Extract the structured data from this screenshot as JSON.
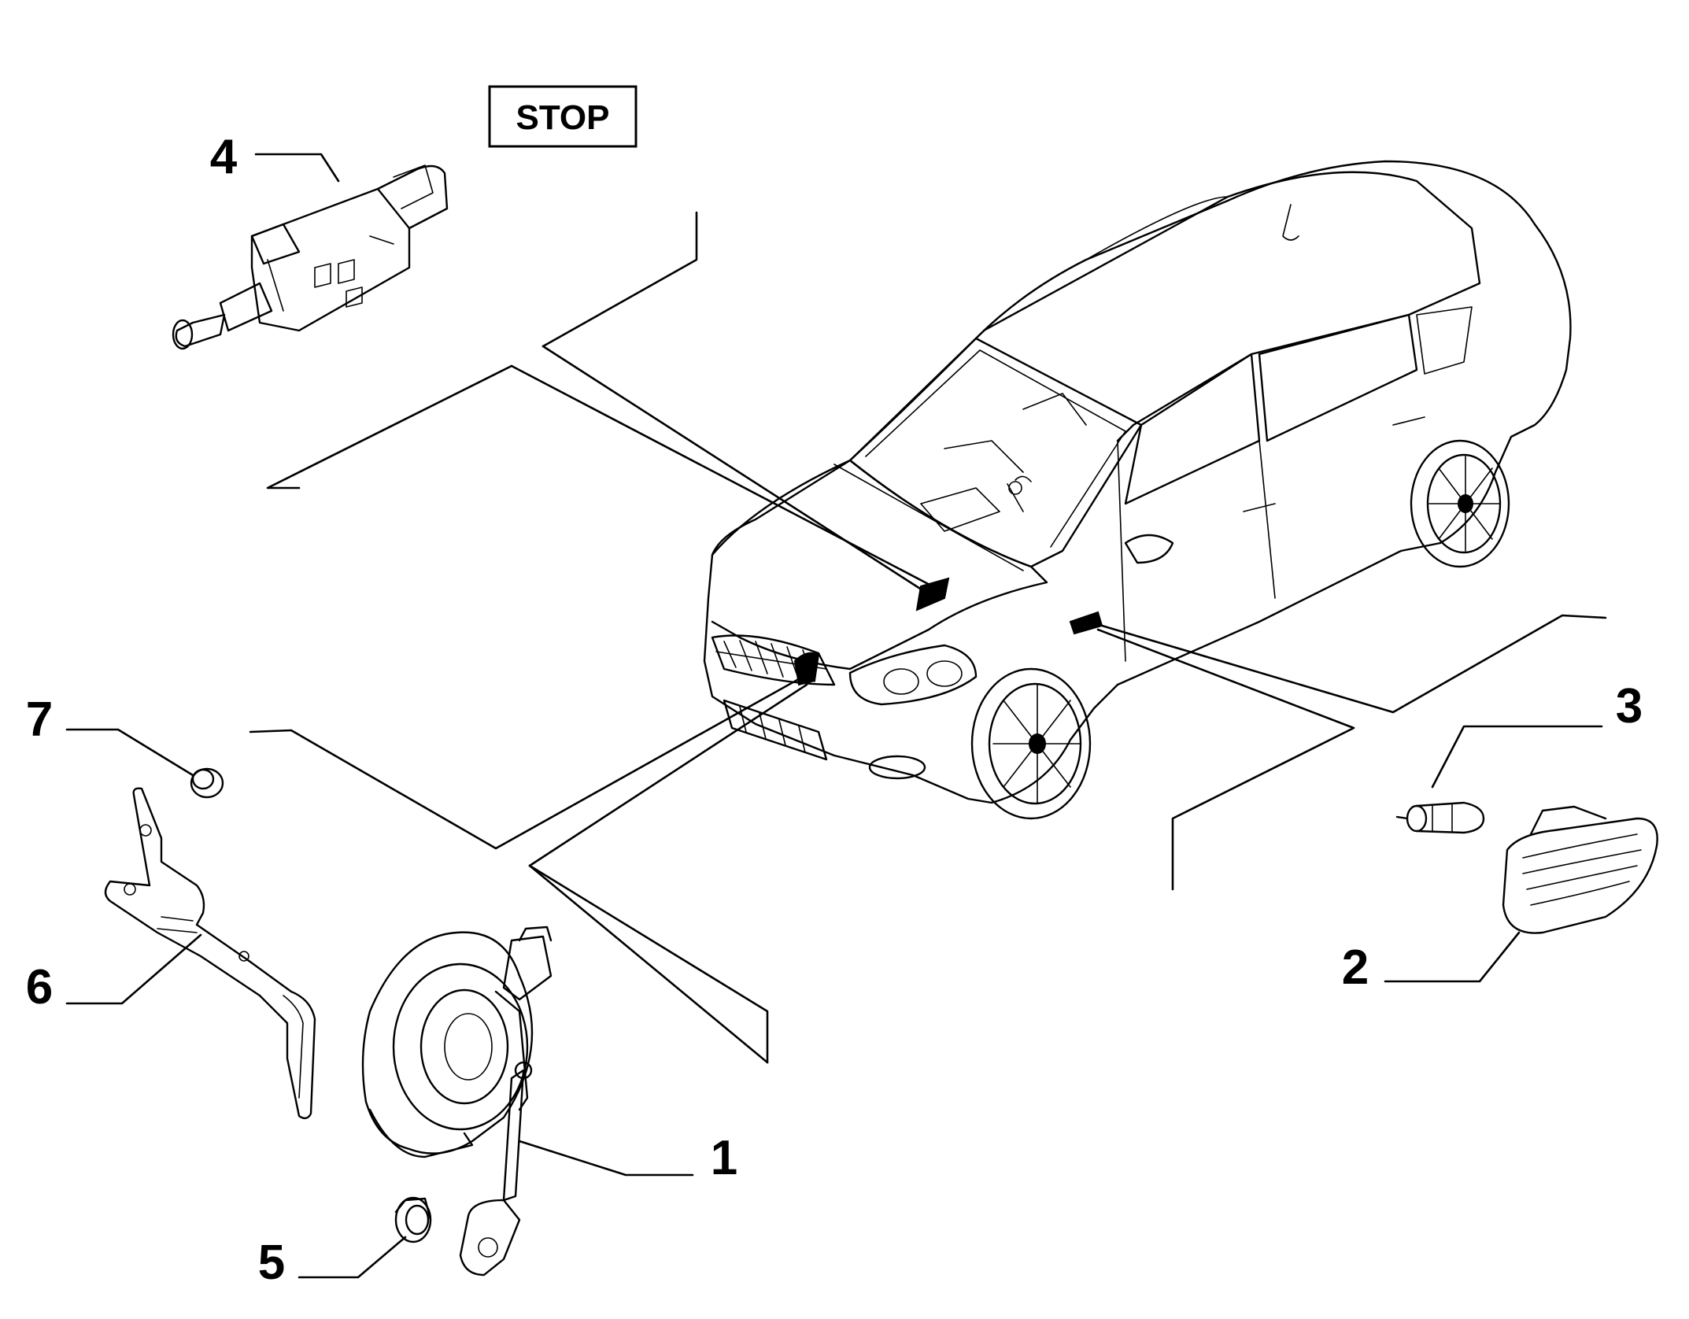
{
  "stop_label": "STOP",
  "callouts": [
    {
      "id": "1",
      "label": "1"
    },
    {
      "id": "2",
      "label": "2"
    },
    {
      "id": "3",
      "label": "3"
    },
    {
      "id": "4",
      "label": "4"
    },
    {
      "id": "5",
      "label": "5"
    },
    {
      "id": "6",
      "label": "6"
    },
    {
      "id": "7",
      "label": "7"
    }
  ]
}
